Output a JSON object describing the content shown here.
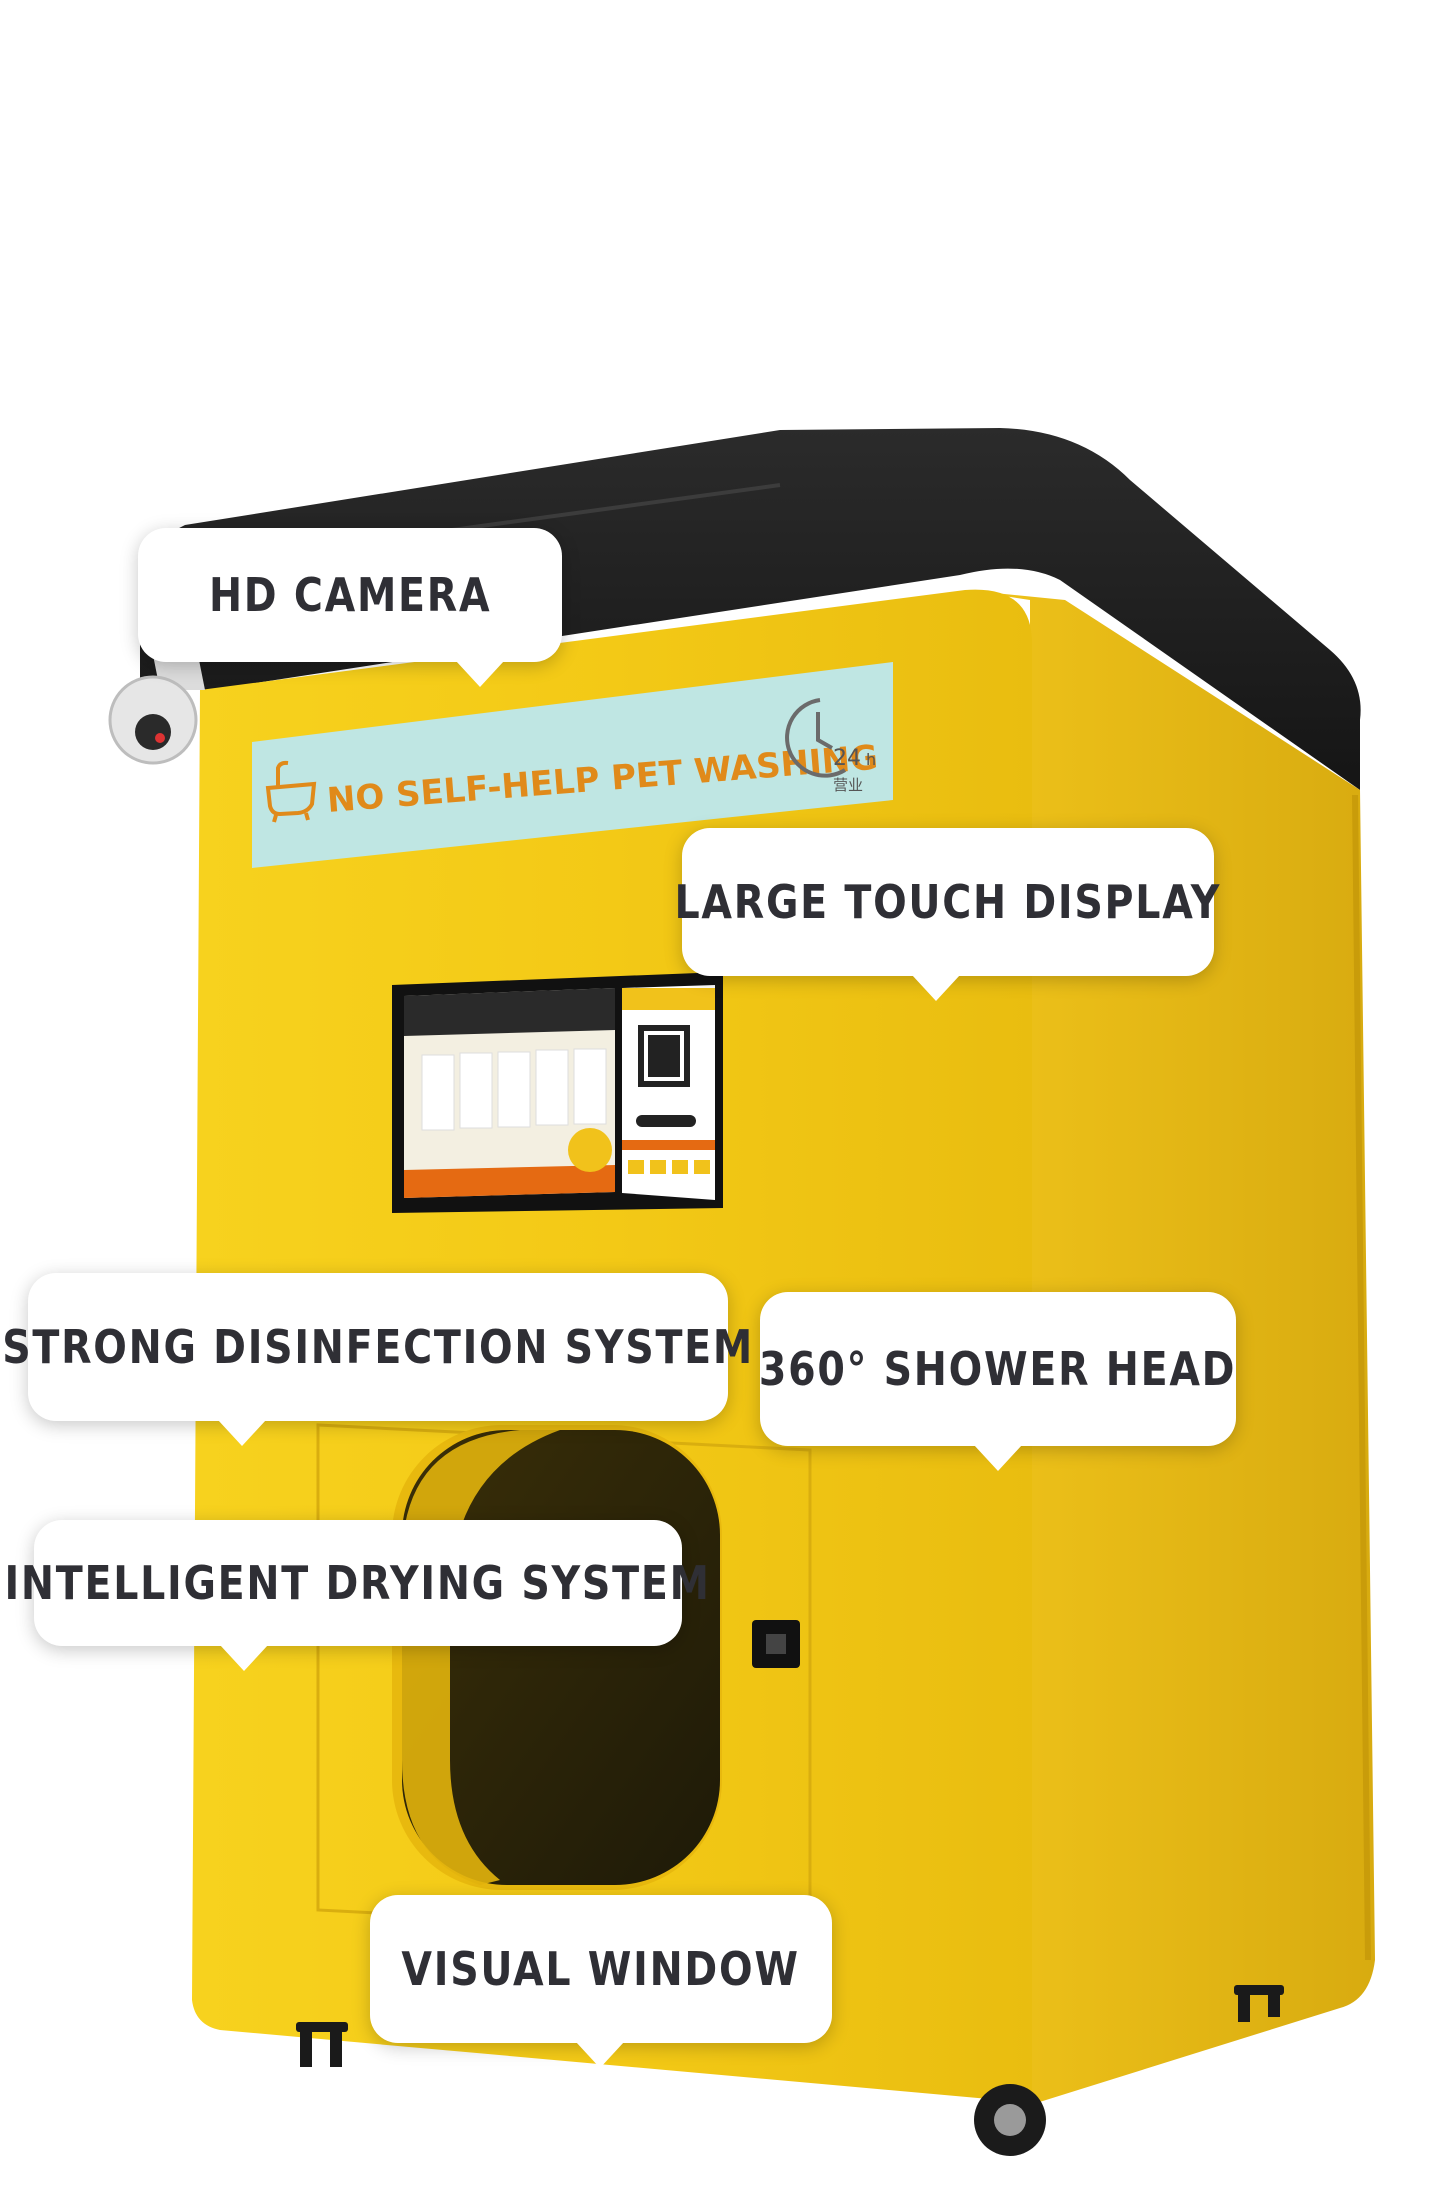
{
  "machine": {
    "sign_text": "NO SELF-HELP PET WASHING",
    "hours_number": "24",
    "hours_unit": "h",
    "hours_caption": "营业",
    "colors": {
      "body": "#f2c81a",
      "body_shadow": "#d7ad0e",
      "roof": "#202020",
      "sign_panel": "#bfe6e3",
      "sign_text": "#e08a1a"
    }
  },
  "callouts": {
    "hd_camera": "HD CAMERA",
    "touch_display": "LARGE TOUCH DISPLAY",
    "disinfection": "STRONG DISINFECTION SYSTEM",
    "shower_head": "360° SHOWER HEAD",
    "drying": "INTELLIGENT DRYING SYSTEM",
    "visual_window": "VISUAL WINDOW"
  }
}
